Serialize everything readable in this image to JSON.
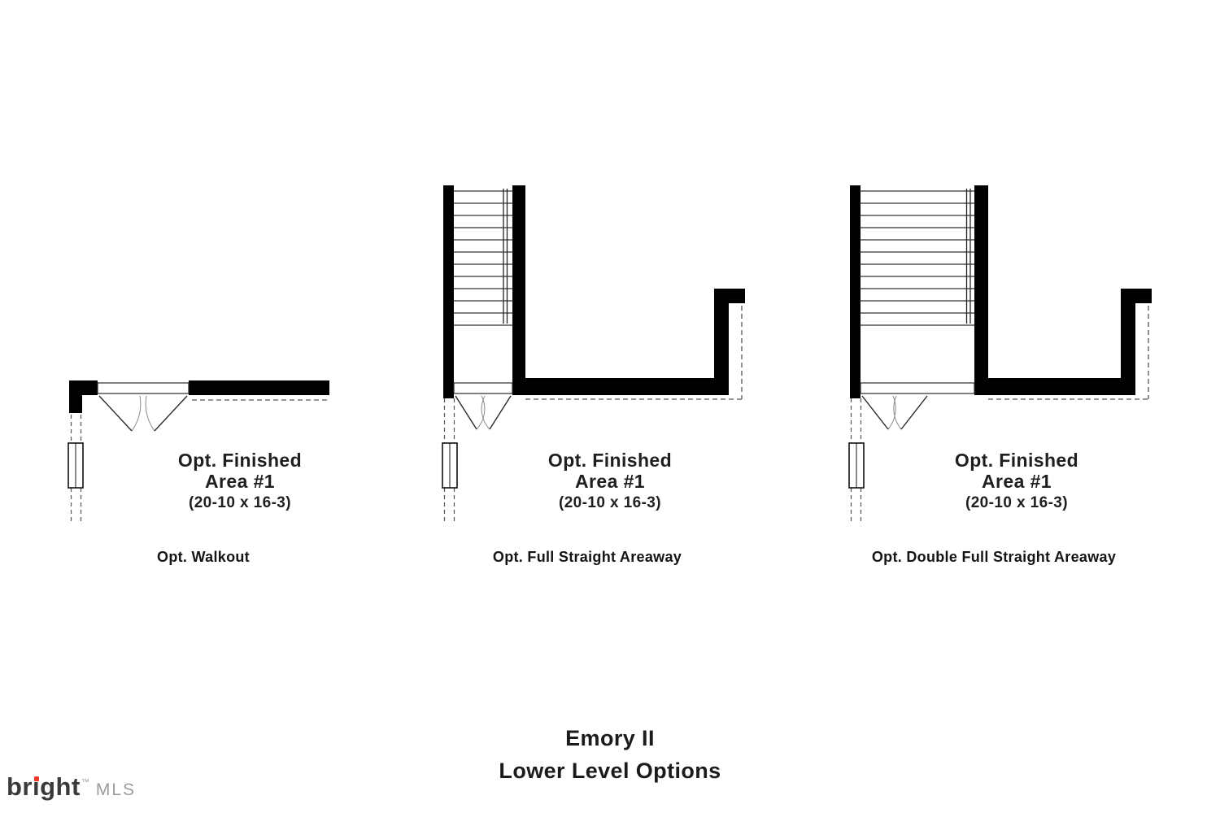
{
  "document": {
    "title": "Emory II",
    "subtitle": "Lower Level Options"
  },
  "plans": [
    {
      "caption": "Opt. Walkout",
      "room": {
        "line1": "Opt. Finished",
        "line2": "Area #1",
        "dims": "(20-10 x 16-3)"
      }
    },
    {
      "caption": "Opt. Full Straight Areaway",
      "room": {
        "line1": "Opt. Finished",
        "line2": "Area #1",
        "dims": "(20-10 x 16-3)"
      }
    },
    {
      "caption": "Opt. Double Full Straight Areaway",
      "room": {
        "line1": "Opt. Finished",
        "line2": "Area #1",
        "dims": "(20-10 x 16-3)"
      }
    }
  ],
  "logo": {
    "brand_pre": "br",
    "brand_i": "ı",
    "brand_post": "ght",
    "trademark": "™",
    "suffix": "MLS"
  },
  "colors": {
    "wall": "#000000",
    "line": "#2a2a2a",
    "dashed": "#555555",
    "text": "#1d1d1d",
    "logo_dark": "#3a3a3a",
    "logo_red": "#ee3a2c",
    "logo_gray": "#9b9b9b"
  }
}
